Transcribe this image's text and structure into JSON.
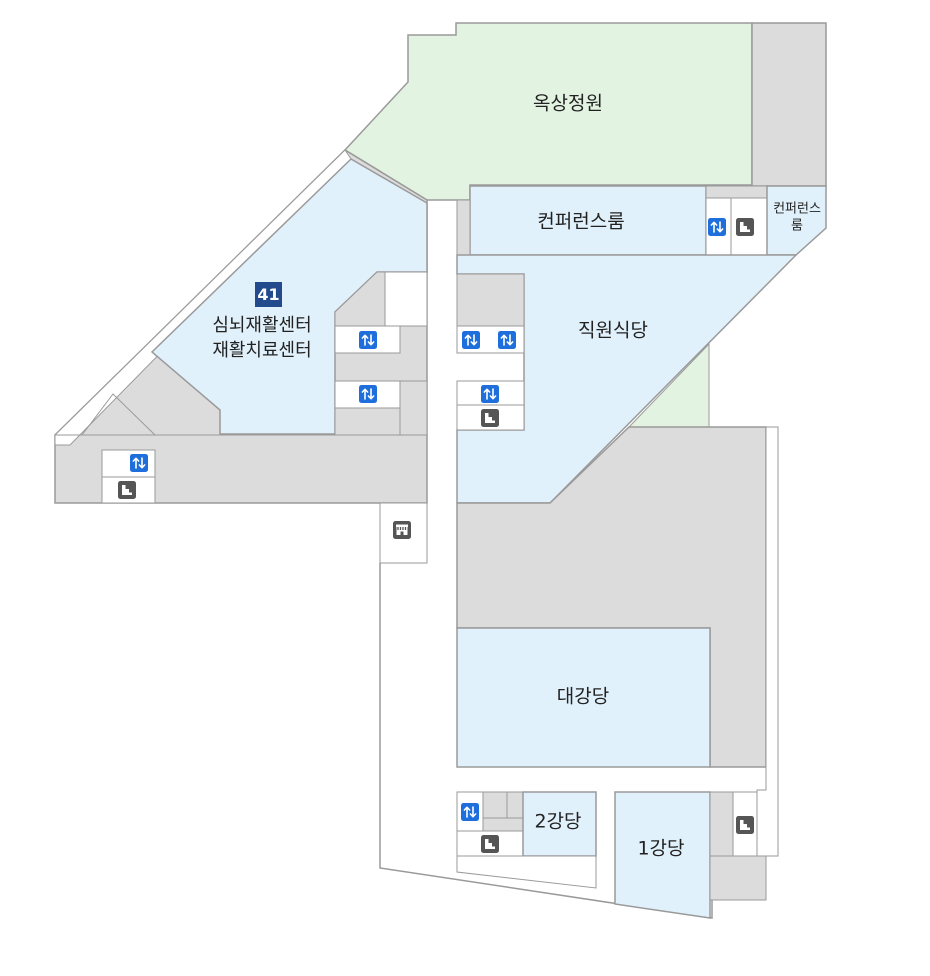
{
  "colors": {
    "room_blue": "#e1f1fb",
    "garden_green": "#e2f3e2",
    "service_gray": "#dcdcdc",
    "corridor_white": "#ffffff",
    "outline": "#9a9a9a",
    "elevator_icon": "#1e6fdc",
    "stairs_icon": "#555555",
    "badge": "#234a8c"
  },
  "rooms": {
    "rooftop_garden": "옥상정원",
    "conference_room": "컨퍼런스룸",
    "conference_room_small_line1": "컨퍼런스",
    "conference_room_small_line2": "룸",
    "staff_cafeteria": "직원식당",
    "rehab_center_line1": "심뇌재활센터",
    "rehab_center_line2": "재활치료센터",
    "main_auditorium": "대강당",
    "auditorium_1": "1강당",
    "auditorium_2": "2강당"
  },
  "badges": {
    "rehab_center_number": "41"
  },
  "icons": {
    "elevator": "elevator-icon",
    "stairs": "stairs-icon",
    "shop": "shop-icon"
  }
}
